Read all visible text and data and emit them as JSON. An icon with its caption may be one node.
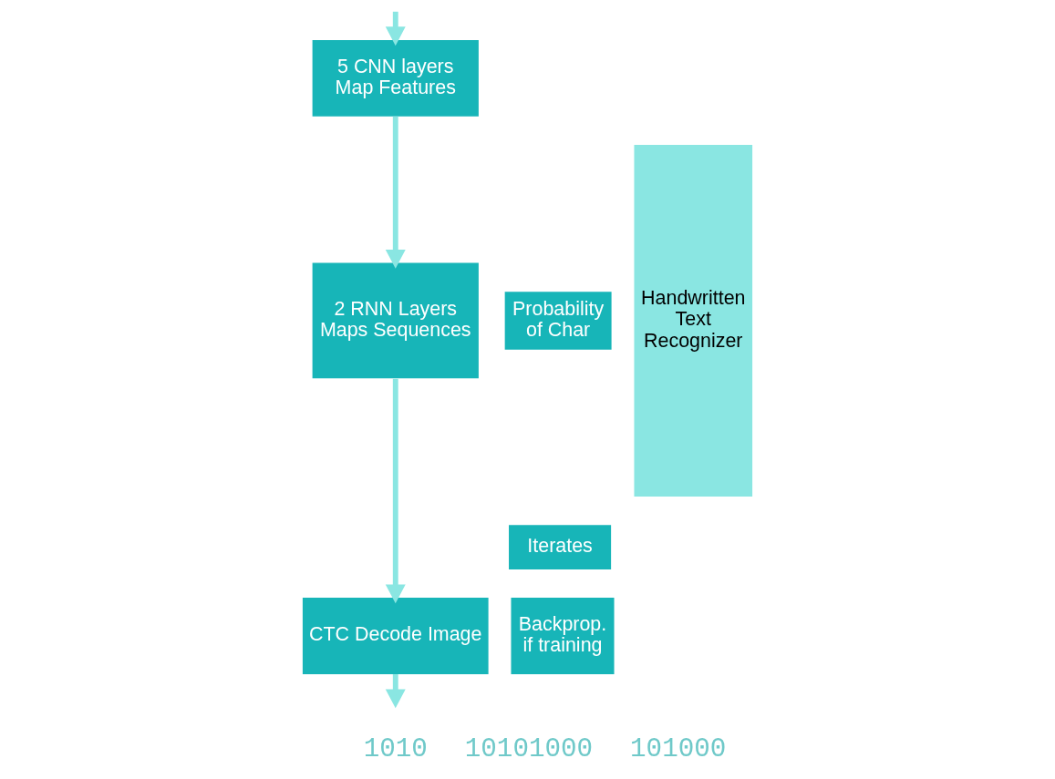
{
  "diagram": {
    "nodes": [
      {
        "text": [
          "5 CNN layers Map Features"
        ]
      },
      {
        "text": [
          "2 RNN Layers Maps Sequences"
        ]
      },
      {
        "text": [
          "CTC Decode Image"
        ]
      },
      {
        "text": [
          "Probability of Char"
        ]
      },
      {
        "text": [
          "Iterates"
        ]
      },
      {
        "text": [
          "Backprop. if training"
        ]
      },
      {
        "text": [
          "Handwritten Text Recognizer"
        ]
      }
    ],
    "edges": [
      {
        "from": null,
        "to": 0,
        "arrow": "to"
      },
      {
        "from": 0,
        "to": 1,
        "arrow": "to"
      },
      {
        "from": 1,
        "to": 2,
        "arrow": "to"
      },
      {
        "from": 2,
        "to": null,
        "arrow": "to"
      }
    ],
    "labels": [
      "1010",
      "10101000",
      "101000"
    ]
  }
}
